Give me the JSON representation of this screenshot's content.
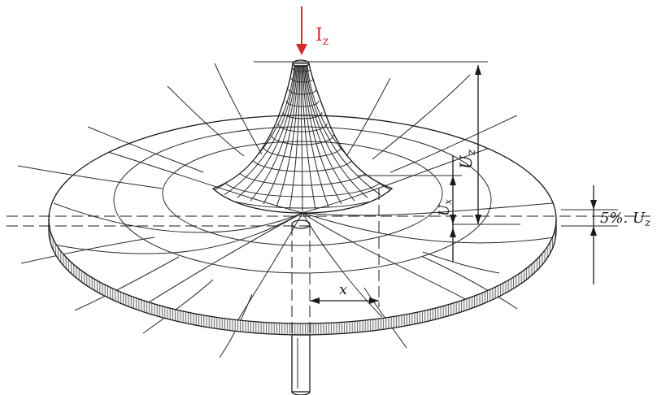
{
  "figure": {
    "current_label": "I",
    "current_subscript": "z",
    "voltage_total_label": "U",
    "voltage_total_subscript": "z",
    "voltage_x_label": "U",
    "voltage_x_subscript": "x",
    "distance_label": "x",
    "percent_label": "5%. U",
    "percent_subscript": "z",
    "arrow_color": "#d42a2a",
    "ink_color": "#1a1a1a"
  }
}
